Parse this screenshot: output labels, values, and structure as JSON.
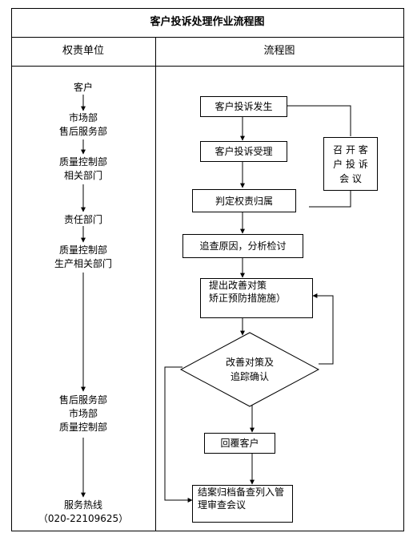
{
  "title": "客户投诉处理作业流程图",
  "headers": {
    "left": "权责单位",
    "right": "流程图"
  },
  "departments": {
    "customer": "客户",
    "market_service": [
      "市场部",
      "售后服务部"
    ],
    "qc_related": [
      "质量控制部",
      "相关部门"
    ],
    "responsible": "责任部门",
    "qc_production": [
      "质量控制部",
      "生产相关部门"
    ],
    "service_market_qc": [
      "售后服务部",
      "市场部",
      "质量控制部"
    ],
    "hotline": [
      "服务热线",
      "（020-22109625）"
    ]
  },
  "flow": {
    "step1": "客户投诉发生",
    "step2": "客户投诉受理",
    "step3": "判定权责归属",
    "step4": "追查原因，分析检讨",
    "step5": [
      "提出改善对策",
      "矫正预防措施施）"
    ],
    "decision": [
      "改善对策及",
      "追踪确认"
    ],
    "step6": "回覆客户",
    "step7": [
      "结案归档备查列入管",
      "理审查会议"
    ],
    "meeting": [
      "召 开 客",
      "户 投 诉",
      "会 议"
    ]
  }
}
